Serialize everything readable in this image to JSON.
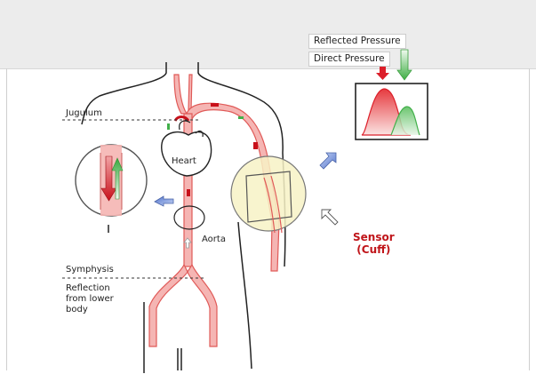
{
  "legend": {
    "reflected": "Reflected Pressure",
    "direct": "Direct Pressure"
  },
  "labels": {
    "jugulum": "Jugulum",
    "heart": "Heart",
    "aorta": "Aorta",
    "symphysis": "Symphysis",
    "reflection_line1": "Reflection",
    "reflection_line2": "from lower",
    "reflection_line3": "body",
    "sensor_line1": "Sensor",
    "sensor_line2": "(Cuff)"
  },
  "colors": {
    "artery_fill": "#f5b5b3",
    "artery_stroke": "#e05a58",
    "direct_wave": "#dc1f2a",
    "reflected_wave": "#42b04a",
    "cuff_fill": "#f7f2c6",
    "arrow_blue": "#7b9be0"
  },
  "icons": {
    "direct_arrow": "down-arrow-red-icon",
    "reflected_arrow": "down-arrow-green-icon",
    "flow_arrow": "block-arrow-icon"
  }
}
